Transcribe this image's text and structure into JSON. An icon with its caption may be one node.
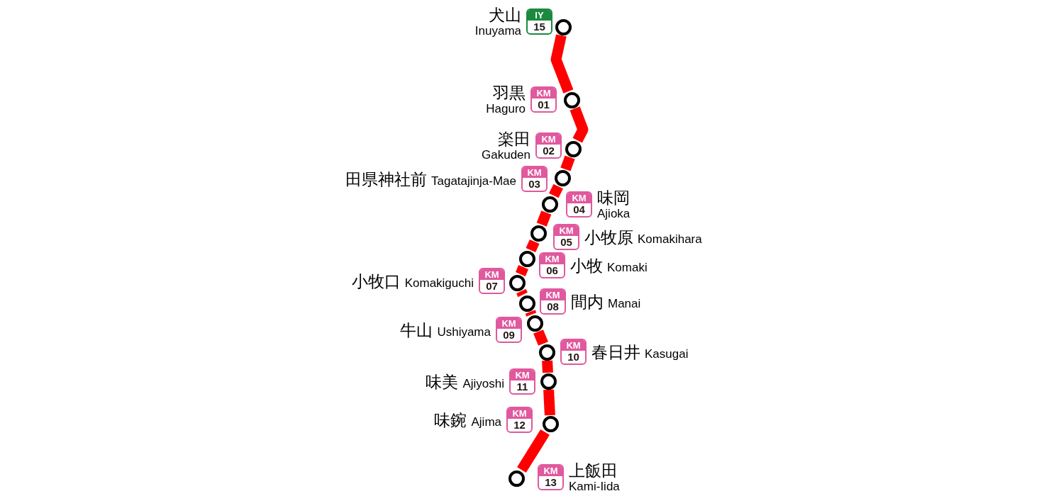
{
  "diagram": {
    "nodes": [
      {
        "text": [
          "IY",
          "15"
        ],
        "beside": [
          "犬山",
          "Inuyama"
        ]
      },
      {
        "text": [],
        "shape": "circle"
      },
      {
        "text": [
          "KM",
          "01"
        ],
        "beside": [
          "羽黒",
          "Haguro"
        ]
      },
      {
        "text": [],
        "shape": "circle"
      },
      {
        "text": [
          "KM",
          "02"
        ],
        "beside": [
          "楽田",
          "Gakuden"
        ]
      },
      {
        "text": [],
        "shape": "circle"
      },
      {
        "text": [
          "KM",
          "03"
        ],
        "beside": [
          "田県神社前",
          "Tagatajinja-Mae"
        ]
      },
      {
        "text": [],
        "shape": "circle"
      },
      {
        "text": [
          "KM",
          "04"
        ],
        "beside": [
          "味岡",
          "Ajioka"
        ]
      },
      {
        "text": [],
        "shape": "circle"
      },
      {
        "text": [
          "KM",
          "05"
        ],
        "beside": [
          "小牧原",
          "Komakihara"
        ]
      },
      {
        "text": [],
        "shape": "circle"
      },
      {
        "text": [
          "KM",
          "06"
        ],
        "beside": [
          "小牧",
          "Komaki"
        ]
      },
      {
        "text": [],
        "shape": "circle"
      },
      {
        "text": [
          "KM",
          "07"
        ],
        "beside": [
          "小牧口",
          "Komakiguchi"
        ]
      },
      {
        "text": [],
        "shape": "circle"
      },
      {
        "text": [
          "KM",
          "08"
        ],
        "beside": [
          "間内",
          "Manai"
        ]
      },
      {
        "text": [],
        "shape": "circle"
      },
      {
        "text": [
          "KM",
          "09"
        ],
        "beside": [
          "牛山",
          "Ushiyama"
        ]
      },
      {
        "text": [],
        "shape": "circle"
      },
      {
        "text": [
          "KM",
          "10"
        ],
        "beside": [
          "春日井",
          "Kasugai"
        ]
      },
      {
        "text": [],
        "shape": "circle"
      },
      {
        "text": [
          "KM",
          "11"
        ],
        "beside": [
          "味美",
          "Ajiyoshi"
        ]
      },
      {
        "text": [],
        "shape": "circle"
      },
      {
        "text": [
          "KM",
          "12"
        ],
        "beside": [
          "味鋺",
          "Ajima"
        ]
      },
      {
        "text": [],
        "shape": "circle"
      },
      {
        "text": [
          "KM",
          "13"
        ],
        "beside": [
          "上飯田",
          "Kami-Iida"
        ]
      },
      {
        "text": [],
        "shape": "circle"
      }
    ],
    "edges": [
      {
        "from": 1,
        "to": 3,
        "arrow": "none"
      },
      {
        "from": 3,
        "to": 5,
        "arrow": "none"
      },
      {
        "from": 5,
        "to": 7,
        "arrow": "none"
      },
      {
        "from": 7,
        "to": 9,
        "arrow": "none"
      },
      {
        "from": 9,
        "to": 11,
        "arrow": "none"
      },
      {
        "from": 11,
        "to": 13,
        "arrow": "none"
      },
      {
        "from": 13,
        "to": 15,
        "arrow": "none"
      },
      {
        "from": 15,
        "to": 17,
        "arrow": "none"
      },
      {
        "from": 17,
        "to": 19,
        "arrow": "none"
      },
      {
        "from": 19,
        "to": 21,
        "arrow": "none"
      },
      {
        "from": 21,
        "to": 23,
        "arrow": "none"
      },
      {
        "from": 23,
        "to": 25,
        "arrow": "none"
      },
      {
        "from": 25,
        "to": 27,
        "arrow": "none"
      }
    ]
  }
}
